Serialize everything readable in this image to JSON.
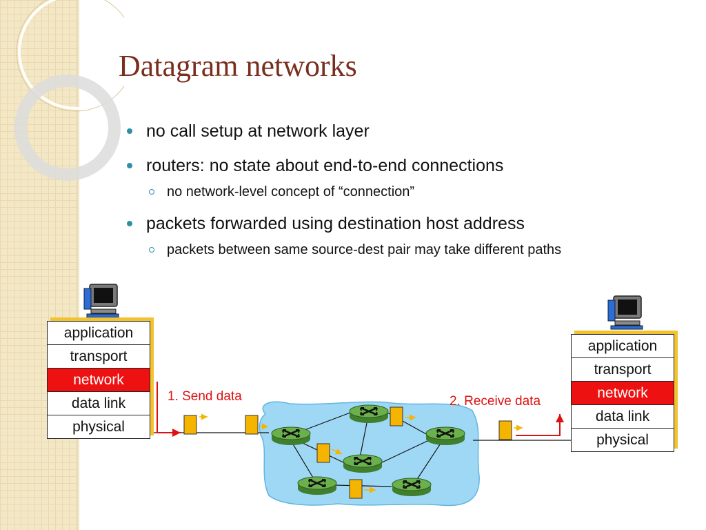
{
  "slide": {
    "title": "Datagram networks",
    "bullets": [
      "no call setup at network layer",
      "routers: no state about end-to-end connections",
      "packets forwarded using destination host address"
    ],
    "sub_bullets": [
      "no network-level concept of “connection”",
      "packets between same source-dest pair may take different paths"
    ]
  },
  "diagram": {
    "sender_stack": [
      "application",
      "transport",
      "network",
      "data link",
      "physical"
    ],
    "receiver_stack": [
      "application",
      "transport",
      "network",
      "data link",
      "physical"
    ],
    "send_label": "1. Send data",
    "receive_label": "2. Receive data",
    "router_count": 6,
    "packet_count": 6,
    "colors": {
      "network_layer": "#ee1111",
      "stack_shadow": "#f2c230",
      "cloud": "#9fd8f5",
      "router": "#6ab04c",
      "packet": "#f4b400",
      "arrow": "#dd1111",
      "title": "#7a2f1e",
      "bullet": "#2e8fa8"
    },
    "icons": [
      "computer-icon",
      "router-icon",
      "packet-icon"
    ]
  }
}
